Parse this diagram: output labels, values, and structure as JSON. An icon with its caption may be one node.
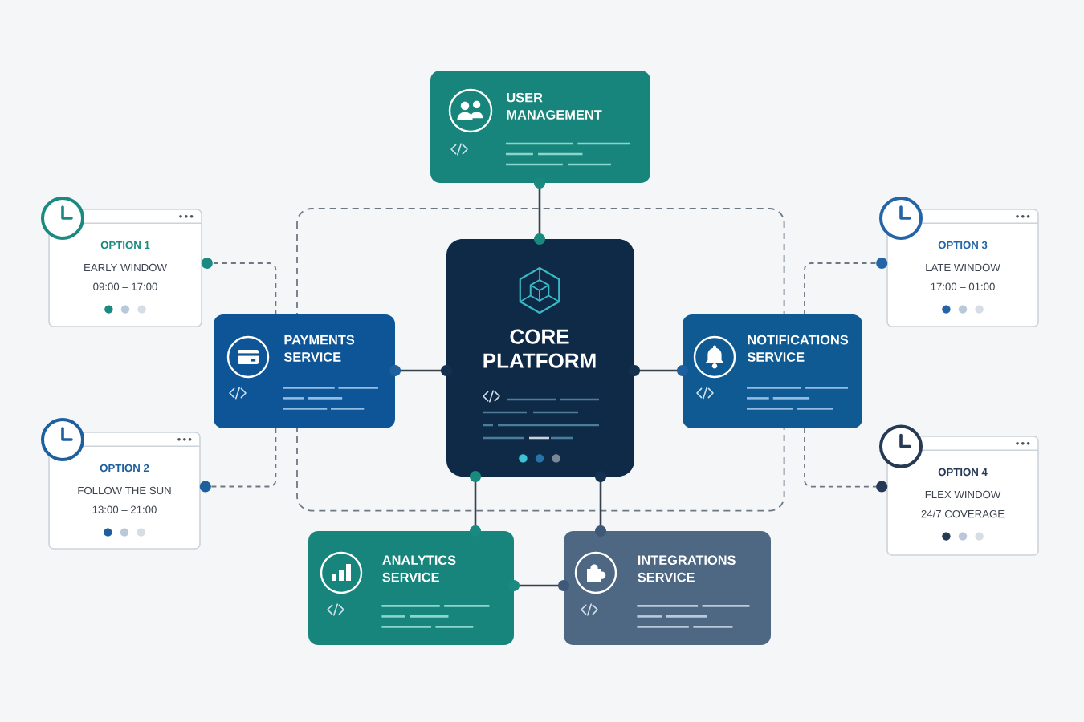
{
  "diagram": {
    "nodes": [
      {
        "text": [
          "USER MANAGEMENT"
        ]
      },
      {
        "text": [
          "OPTION 1",
          "EARLY WINDOW",
          "09:00 – 17:00"
        ]
      },
      {
        "text": [
          "OPTION 3",
          "LATE WINDOW",
          "17:00 – 01:00"
        ]
      },
      {
        "text": [
          "CORE PLATFORM"
        ]
      },
      {
        "text": [
          "PAYMENTS SERVICE"
        ]
      },
      {
        "text": [
          "NOTIFICATIONS SERVICE"
        ]
      },
      {
        "text": [
          "OPTION 2",
          "FOLLOW THE SUN",
          "13:00 – 21:00"
        ]
      },
      {
        "text": [
          "OPTION 4",
          "FLEX WINDOW",
          "24/7 COVERAGE"
        ]
      },
      {
        "text": [
          "ANALYTICS SERVICE"
        ]
      },
      {
        "text": [
          "INTEGRATIONS SERVICE"
        ]
      }
    ],
    "edges": [
      {
        "from": 0,
        "to": 3,
        "arrow": "other"
      },
      {
        "from": 4,
        "to": 3,
        "arrow": "other"
      },
      {
        "from": 3,
        "to": 5,
        "arrow": "other"
      },
      {
        "from": 3,
        "to": 8,
        "arrow": "other"
      },
      {
        "from": 3,
        "to": 9,
        "arrow": "other"
      },
      {
        "from": 8,
        "to": 9,
        "arrow": "other"
      },
      {
        "from": 4,
        "to": 1,
        "arrow": "other",
        "style": "dashed"
      },
      {
        "from": 4,
        "to": 6,
        "arrow": "other",
        "style": "dashed"
      },
      {
        "from": 5,
        "to": 2,
        "arrow": "other",
        "style": "dashed"
      },
      {
        "from": 5,
        "to": 7,
        "arrow": "other",
        "style": "dashed"
      }
    ]
  }
}
